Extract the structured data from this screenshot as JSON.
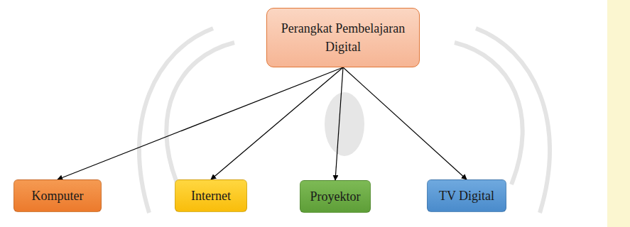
{
  "diagram": {
    "nodes": [
      {
        "text": [
          "Perangkat Pembelajaran Digital"
        ]
      },
      {
        "text": [
          "Komputer"
        ]
      },
      {
        "text": [
          "Internet"
        ]
      },
      {
        "text": [
          "Proyektor"
        ]
      },
      {
        "text": [
          "TV Digital"
        ]
      }
    ],
    "edges": [
      {
        "from": 0,
        "to": 1,
        "arrow": "to"
      },
      {
        "from": 0,
        "to": 2,
        "arrow": "to"
      },
      {
        "from": 0,
        "to": 3,
        "arrow": "to"
      },
      {
        "from": 0,
        "to": 4,
        "arrow": "to"
      }
    ]
  }
}
